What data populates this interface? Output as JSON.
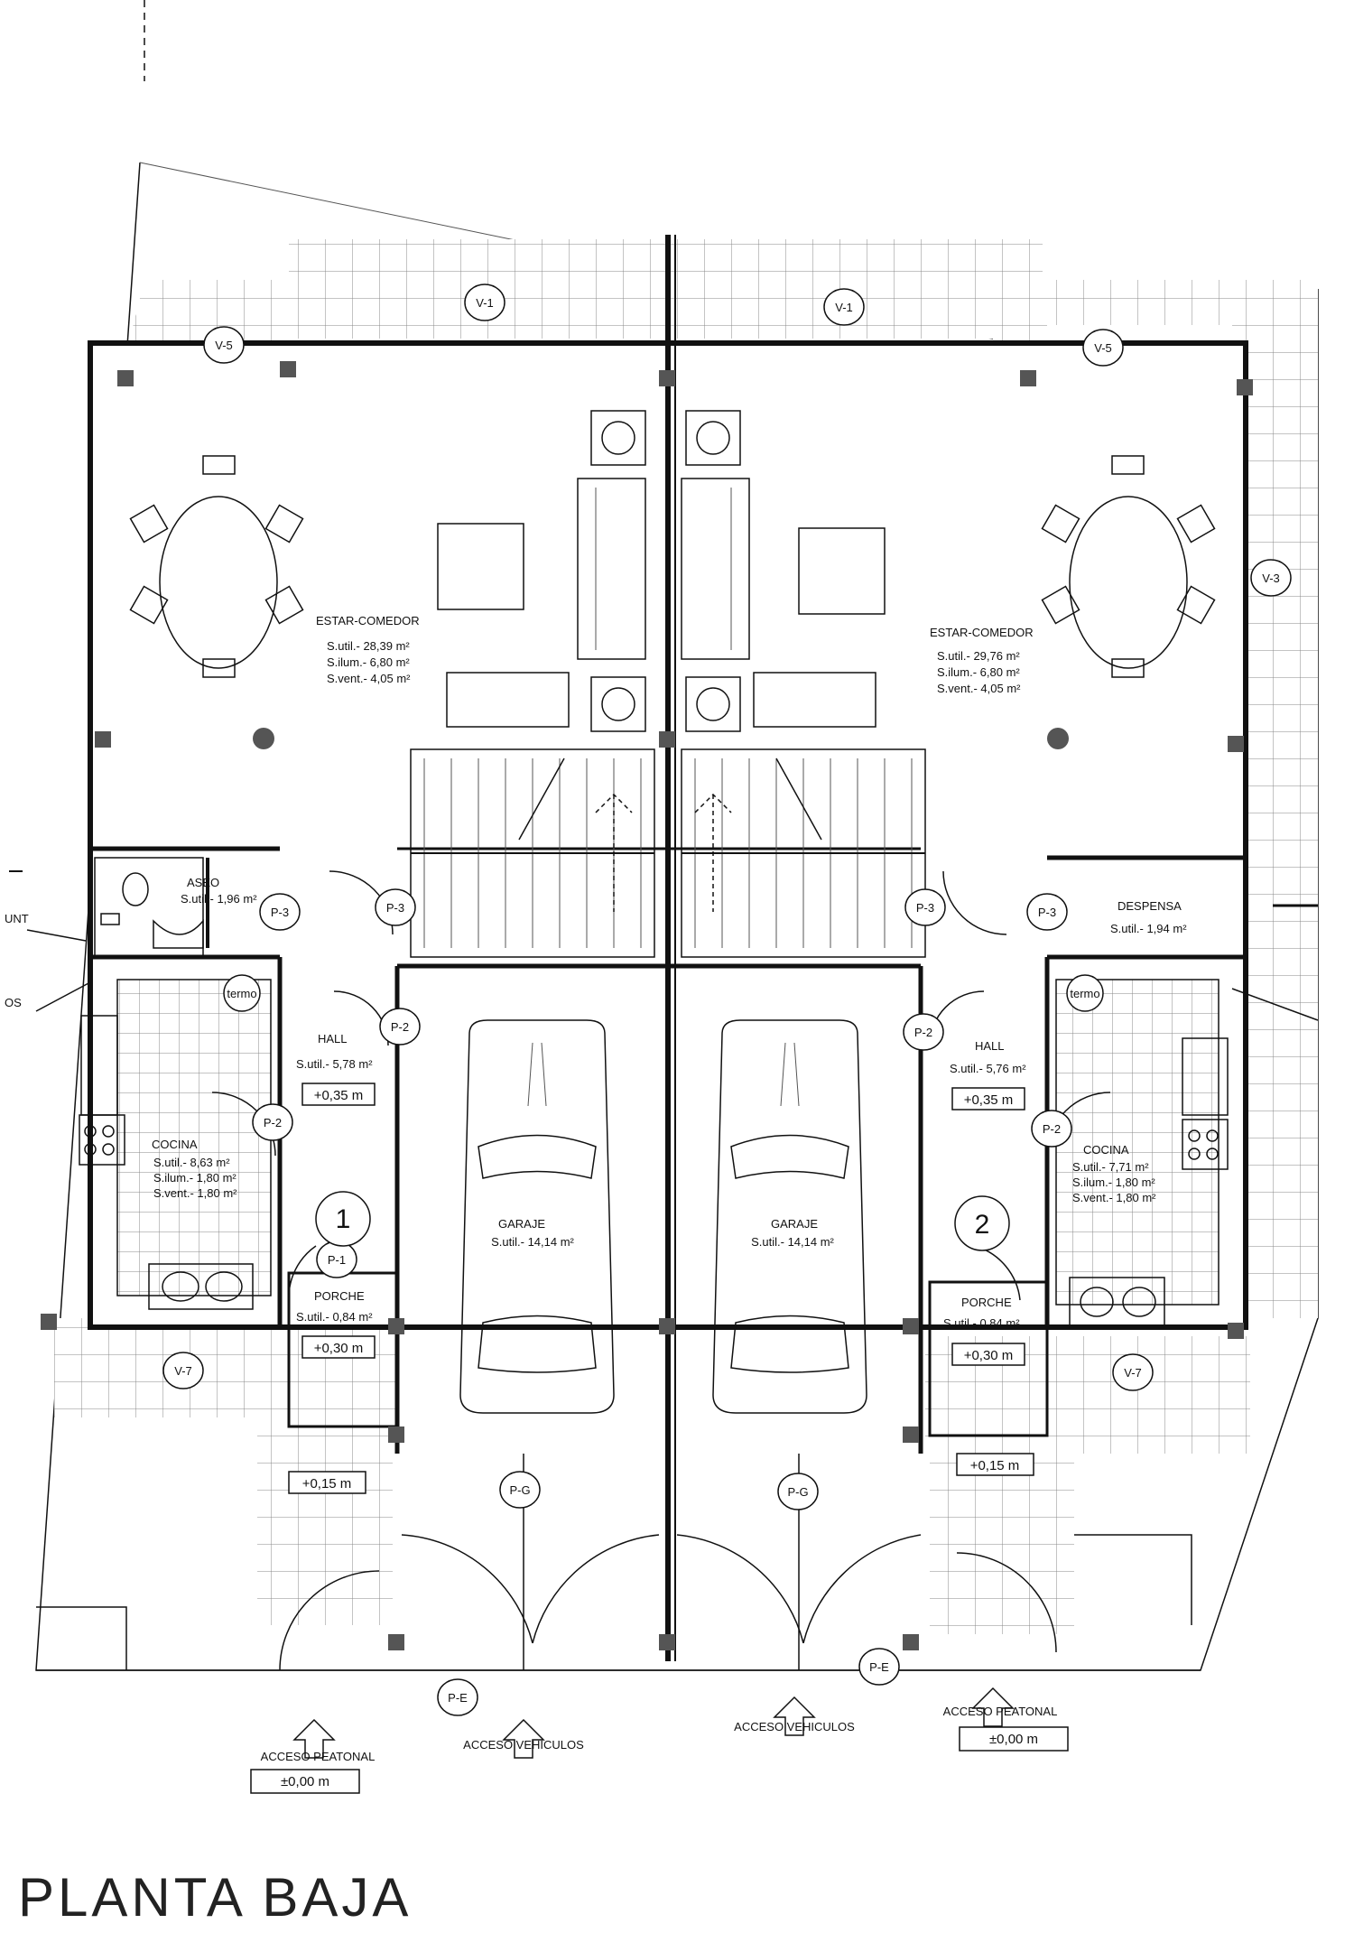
{
  "drawing": {
    "title": "PLANTA BAJA",
    "colors": {
      "ink": "#111111",
      "paper": "#ffffff",
      "column": "#555555"
    }
  },
  "houses": [
    {
      "number": "1",
      "rooms": {
        "estar": {
          "name": "ESTAR-COMEDOR",
          "util": "S.util.- 28,39 m²",
          "ilum": "S.ilum.- 6,80 m²",
          "vent": "S.vent.- 4,05 m²"
        },
        "aseo": {
          "name": "ASEO",
          "util": "S.util.- 1,96 m²"
        },
        "cocina": {
          "name": "COCINA",
          "util": "S.util.- 8,63 m²",
          "ilum": "S.ilum.- 1,80 m²",
          "vent": "S.vent.- 1,80 m²"
        },
        "hall": {
          "name": "HALL",
          "util": "S.util.- 5,78 m²"
        },
        "garaje": {
          "name": "GARAJE",
          "util": "S.util.- 14,14 m²"
        },
        "porche": {
          "name": "PORCHE",
          "util": "S.util.- 0,84 m²"
        }
      },
      "levels": {
        "hall": "+0,35 m",
        "porche": "+0,30 m",
        "patio": "+0,15 m",
        "acceso": "±0,00 m"
      },
      "windows": {
        "v1": "V-1",
        "v5": "V-5",
        "v7": "V-7"
      },
      "doors": {
        "p1": "P-1",
        "p2": "P-2",
        "p3a": "P-3",
        "p3b": "P-3",
        "pg": "P-G",
        "pe": "P-E",
        "p2k": "P-2"
      },
      "termo": "termo",
      "acceso_peatonal": "ACCESO PEATONAL",
      "acceso_vehiculos": "ACCESO VEHICULOS"
    },
    {
      "number": "2",
      "rooms": {
        "estar": {
          "name": "ESTAR-COMEDOR",
          "util": "S.util.- 29,76 m²",
          "ilum": "S.ilum.- 6,80 m²",
          "vent": "S.vent.- 4,05 m²"
        },
        "despensa": {
          "name": "DESPENSA",
          "util": "S.util.- 1,94 m²"
        },
        "cocina": {
          "name": "COCINA",
          "util": "S.util.- 7,71 m²",
          "ilum": "S.ilum.- 1,80 m²",
          "vent": "S.vent.- 1,80 m²"
        },
        "hall": {
          "name": "HALL",
          "util": "S.util.- 5,76 m²"
        },
        "garaje": {
          "name": "GARAJE",
          "util": "S.util.- 14,14 m²"
        },
        "porche": {
          "name": "PORCHE",
          "util": "S.util.- 0,84 m²"
        }
      },
      "levels": {
        "hall": "+0,35 m",
        "porche": "+0,30 m",
        "patio": "+0,15 m",
        "acceso": "±0,00 m"
      },
      "windows": {
        "v1": "V-1",
        "v5": "V-5",
        "v7": "V-7",
        "v3": "V-3"
      },
      "doors": {
        "p2": "P-2",
        "p3a": "P-3",
        "p3b": "P-3",
        "pg": "P-G",
        "pe": "P-E",
        "p2k": "P-2"
      },
      "termo": "termo",
      "acceso_peatonal": "ACCESO PEATONAL",
      "acceso_vehiculos": "ACCESO VEHICULOS"
    }
  ],
  "edge_labels": {
    "top": "UNT",
    "mid": "OS"
  }
}
